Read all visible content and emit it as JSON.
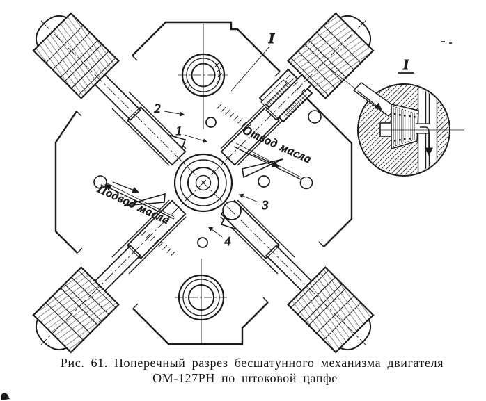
{
  "figure": {
    "caption_line1": "Рис. 61. Поперечный разрез бесшатунного механизма двигателя",
    "caption_line2": "ОМ-127РН по штоковой цапфе"
  },
  "labels": {
    "oil_outlet": "Отвод масла",
    "oil_inlet": "Подвод масла",
    "section_mark": "I",
    "detail_title": "I",
    "callout_1": "1",
    "callout_2": "2",
    "callout_3": "3",
    "callout_4": "4"
  },
  "colors": {
    "ink": "#1b1b1b",
    "paper": "#ffffff"
  }
}
